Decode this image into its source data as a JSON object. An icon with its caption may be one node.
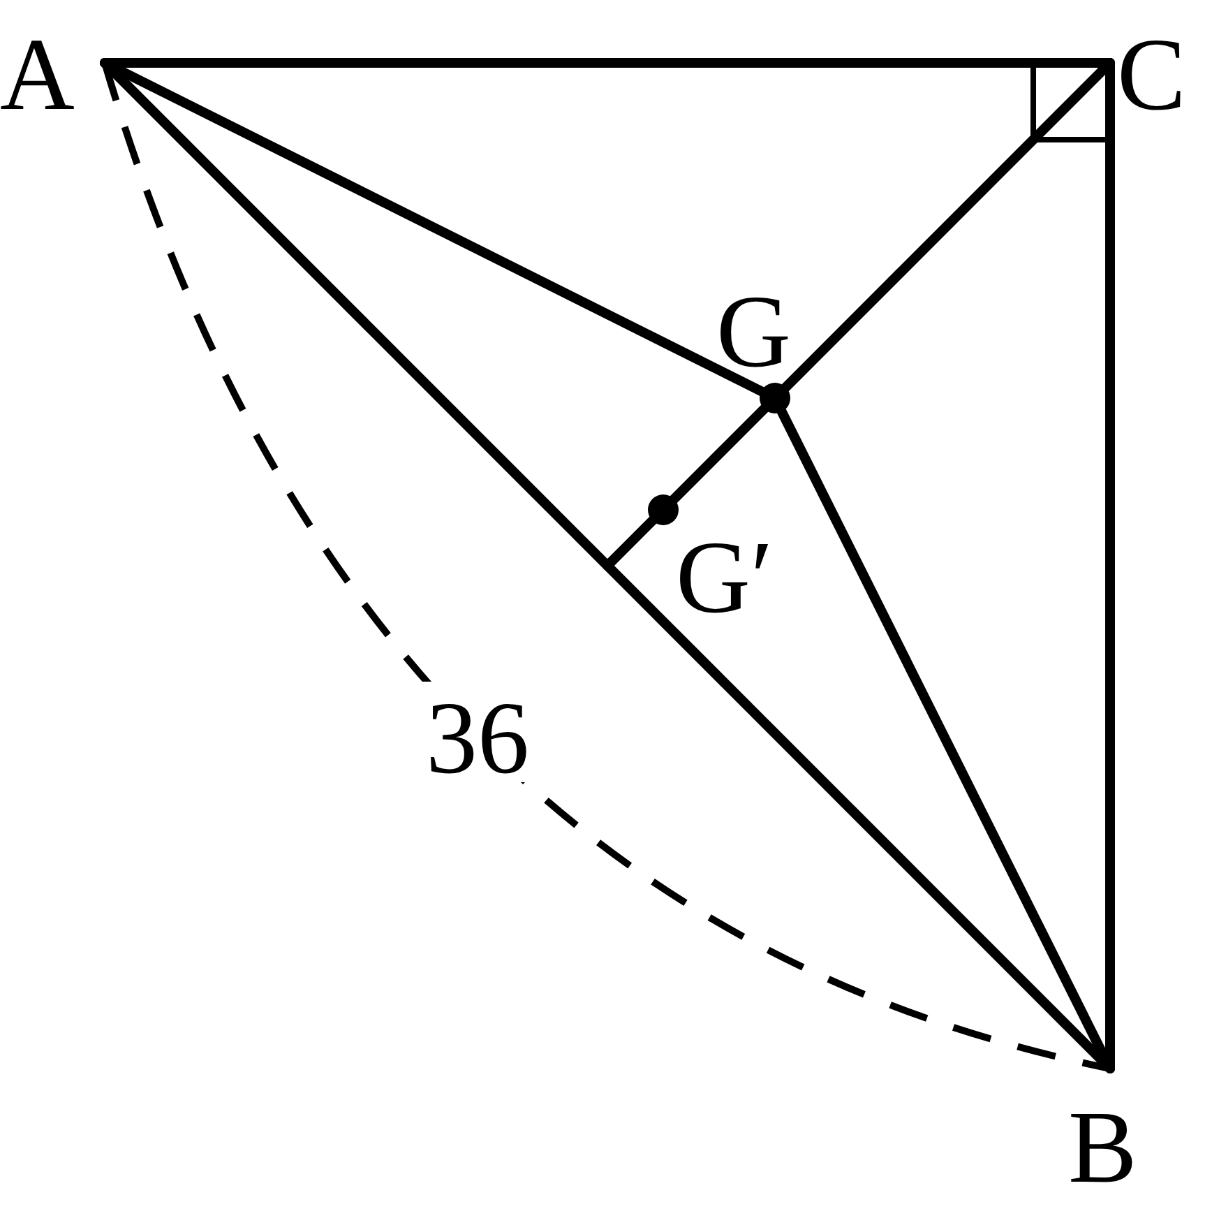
{
  "diagram": {
    "labels": [
      "A",
      "C",
      "G",
      "G′",
      "36",
      "B"
    ]
  }
}
